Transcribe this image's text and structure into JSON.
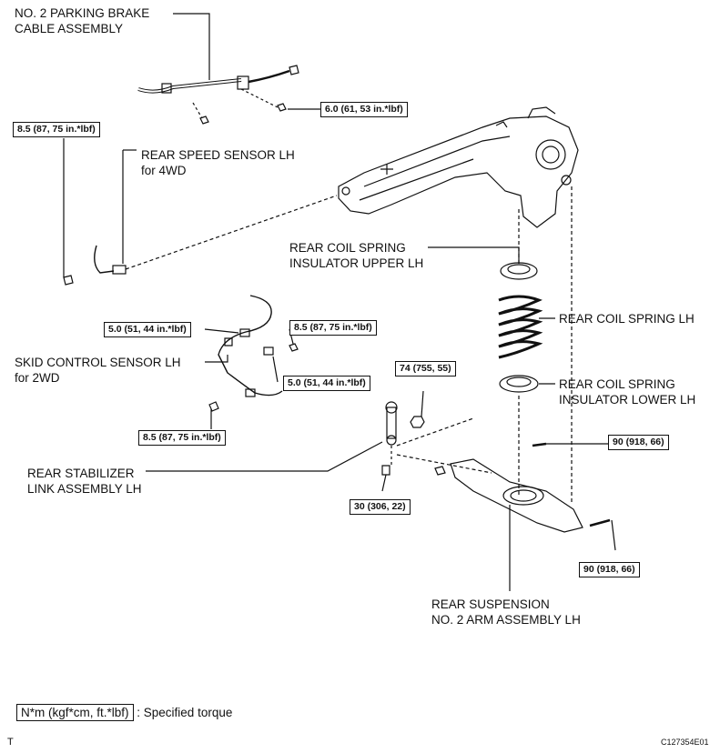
{
  "labels": {
    "parking_cable": [
      "NO. 2 PARKING BRAKE",
      "CABLE ASSEMBLY"
    ],
    "speed_sensor": [
      "REAR SPEED SENSOR LH",
      "for 4WD"
    ],
    "spring_upper": [
      "REAR COIL SPRING",
      "INSULATOR UPPER LH"
    ],
    "coil_spring": "REAR COIL SPRING LH",
    "spring_lower": [
      "REAR COIL SPRING",
      "INSULATOR LOWER LH"
    ],
    "skid_sensor": [
      "SKID CONTROL SENSOR LH",
      "for 2WD"
    ],
    "stabilizer_link": [
      "REAR STABILIZER",
      "LINK ASSEMBLY LH"
    ],
    "suspension_arm": [
      "REAR SUSPENSION",
      "NO. 2 ARM ASSEMBLY LH"
    ]
  },
  "torques": {
    "cable_bolt": "6.0 (61, 53 in.*lbf)",
    "speed_sensor_bolt": "8.5 (87, 75 in.*lbf)",
    "skid_upper_left": "5.0 (51, 44 in.*lbf)",
    "skid_upper_right": "8.5 (87, 75 in.*lbf)",
    "skid_middle": "5.0 (51, 44 in.*lbf)",
    "skid_lower": "8.5 (87, 75 in.*lbf)",
    "stabilizer_nut_upper": "74 (755, 55)",
    "stabilizer_nut_lower": "30 (306, 22)",
    "arm_bolt_upper": "90 (918, 66)",
    "arm_bolt_lower": "90 (918, 66)"
  },
  "legend": {
    "unit": "N*m (kgf*cm, ft.*lbf)",
    "text": ": Specified torque"
  },
  "footer": {
    "left_mark": "T",
    "figure_id": "C127354E01"
  }
}
